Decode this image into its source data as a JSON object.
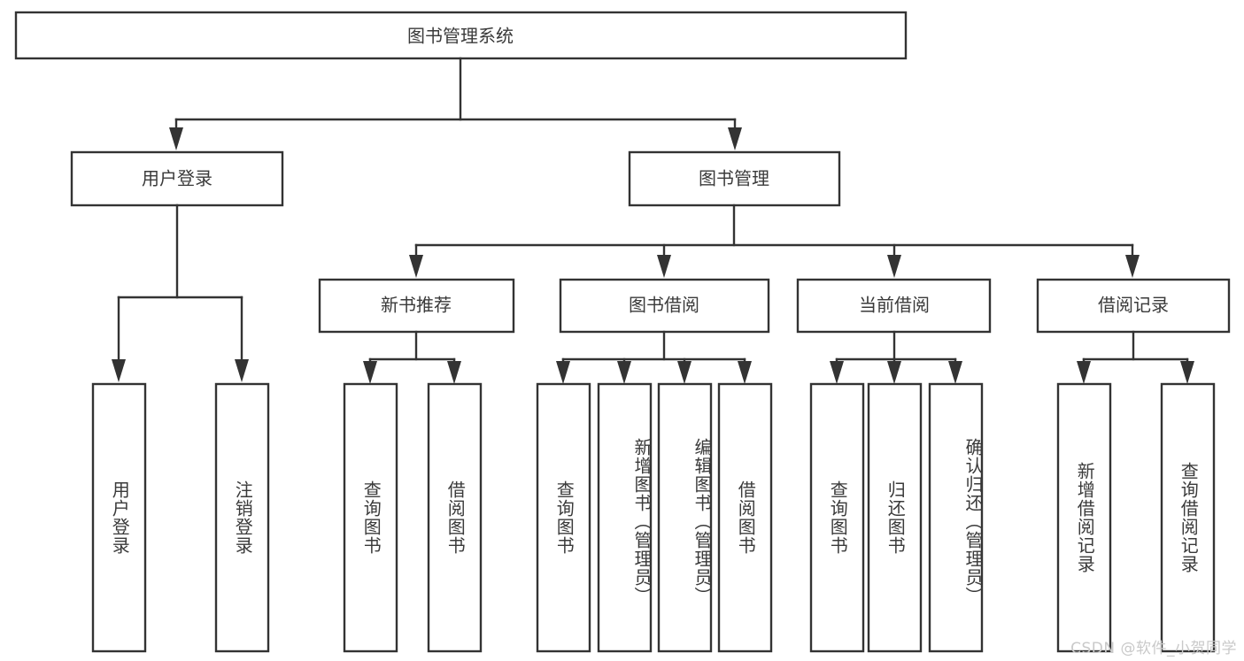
{
  "diagram": {
    "title": "图书管理系统",
    "type": "hierarchy-tree",
    "accent_color": "#3a3a3a",
    "box_fill": "#ffffff",
    "line_color": "#333333",
    "root": {
      "label": "图书管理系统",
      "orientation": "horizontal"
    },
    "level2": [
      {
        "label": "用户登录",
        "orientation": "horizontal"
      },
      {
        "label": "图书管理",
        "orientation": "horizontal"
      }
    ],
    "level3": [
      {
        "label": "新书推荐",
        "orientation": "horizontal"
      },
      {
        "label": "图书借阅",
        "orientation": "horizontal"
      },
      {
        "label": "当前借阅",
        "orientation": "horizontal"
      },
      {
        "label": "借阅记录",
        "orientation": "horizontal"
      }
    ],
    "leaves": {
      "user_login": [
        {
          "label": "用户登录",
          "orientation": "vertical"
        },
        {
          "label": "注销登录",
          "orientation": "vertical"
        }
      ],
      "new_book_recommend": [
        {
          "label": "查询图书",
          "orientation": "vertical"
        },
        {
          "label": "借阅图书",
          "orientation": "vertical"
        }
      ],
      "book_borrow": [
        {
          "label": "查询图书",
          "orientation": "vertical"
        },
        {
          "label": "新增图书（管理员）",
          "orientation": "vertical"
        },
        {
          "label": "编辑图书（管理员）",
          "orientation": "vertical"
        },
        {
          "label": "借阅图书",
          "orientation": "vertical"
        }
      ],
      "current_borrow": [
        {
          "label": "查询图书",
          "orientation": "vertical"
        },
        {
          "label": "归还图书",
          "orientation": "vertical"
        },
        {
          "label": "确认归还（管理员）",
          "orientation": "vertical"
        }
      ],
      "borrow_record": [
        {
          "label": "新增借阅记录",
          "orientation": "vertical"
        },
        {
          "label": "查询借阅记录",
          "orientation": "vertical"
        }
      ]
    }
  },
  "watermark": {
    "text": "CSDN @软件_小贺同学"
  }
}
